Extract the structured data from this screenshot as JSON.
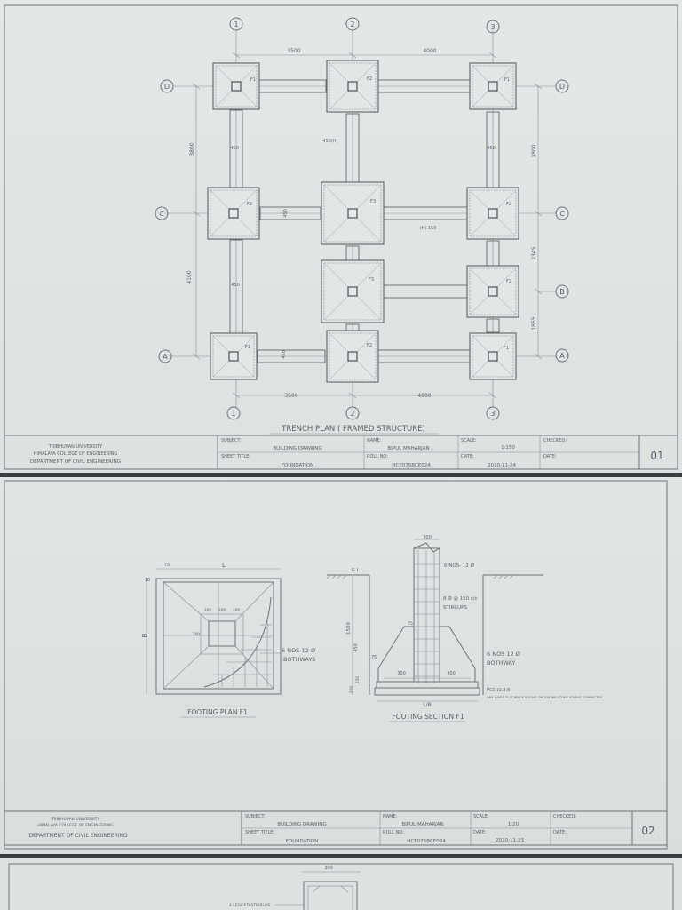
{
  "sheet1": {
    "grid_numbers": [
      "1",
      "2",
      "3"
    ],
    "grid_letters": [
      "D",
      "C",
      "B",
      "A"
    ],
    "dims_top": [
      "3500",
      "4000"
    ],
    "dims_bottom": [
      "3500",
      "4000"
    ],
    "dims_left": [
      "3800",
      "4100"
    ],
    "dims_right": [
      "3800",
      "2345",
      "1855"
    ],
    "footing_labels": [
      "F1",
      "F2",
      "F1",
      "F2",
      "F3",
      "F2",
      "F3",
      "F2",
      "F1",
      "F2",
      "F1"
    ],
    "beam_labels": [
      "450(H)",
      "450",
      "450",
      "450",
      "450",
      "450"
    ],
    "pb_label": "(H) 150",
    "title": "TRENCH PLAN ( FRAMED STRUCTURE)",
    "title_block": {
      "university": "TRIBHUVAN UNIVERSITY",
      "college": "HIMALAYA COLLEGE OF ENGINEERING",
      "department": "DEPARTMENT OF CIVIL ENGINEERING",
      "subject_label": "SUBJECT:",
      "subject": "BUILDING DRAWING",
      "sheet_title_label": "SHEET TITLE:",
      "sheet_title": "FOUNDATION",
      "name_label": "NAME:",
      "name": "BIPUL MAHARJAN",
      "roll_label": "ROLL NO:",
      "roll": "HCE075BCE024",
      "scale_label": "SCALE:",
      "scale": "1:150",
      "date_label": "DATE:",
      "date": "2020-11-24",
      "checked_label": "CHECKED:",
      "date2_label": "DATE:",
      "sheet_no": "01"
    }
  },
  "sheet2": {
    "plan": {
      "dim_top": "L",
      "dim_75": "75",
      "dim_side": "B",
      "dim_10": "10",
      "inner_dims": [
        "300",
        "300",
        "300",
        "300"
      ],
      "rebar_note_1": "6 NOS-12 Ø",
      "rebar_note_2": "BOTHWAYS",
      "caption": "FOOTING PLAN F1"
    },
    "section": {
      "gl": "G.L",
      "col_width": "300",
      "bars": "6 NOS- 12 Ø",
      "stirrups_1": "8 Ø @ 150 c/c",
      "stirrups_2": "STIRRUPS",
      "foot_bars_1": "6 NOS 12 Ø",
      "foot_bars_2": "BOTHWAY",
      "dim_1500": "1500",
      "dim_450": "450",
      "dim_75": "75",
      "dim_200": "200",
      "dim_250": "250",
      "dim_300a": "300",
      "dim_300b": "300",
      "dim_75b": "75",
      "lb": "L/B",
      "pcc": "PCC (1:3:6)",
      "soling": "ONE LAYER FLAT BRICK SOLING OR 200 MM STONE SOLING COMPACTED",
      "caption": "FOOTING SECTION F1"
    },
    "title_block": {
      "university": "TRIBHUVAN UNIVERSITY",
      "college": "HIMALAYA COLLEGE OF ENGINEERING",
      "department": "DEPARTMENT OF CIVIL ENGINEERING",
      "subject_label": "SUBJECT:",
      "subject": "BUILDING DRAWING",
      "sheet_title_label": "SHEET TITLE:",
      "sheet_title": "FOUNDATION",
      "name_label": "NAME:",
      "name": "BIPUL MAHARJAN",
      "roll_label": "ROLL NO:",
      "roll": "HCE075BCE024",
      "scale_label": "SCALE:",
      "scale": "1:20",
      "date_label": "DATE:",
      "date": "2020-11-23",
      "checked_label": "CHECKED:",
      "date2_label": "DATE:",
      "sheet_no": "02"
    }
  },
  "sheet3": {
    "dim": "300",
    "note": "4 LEGGED STIRRUPS"
  }
}
